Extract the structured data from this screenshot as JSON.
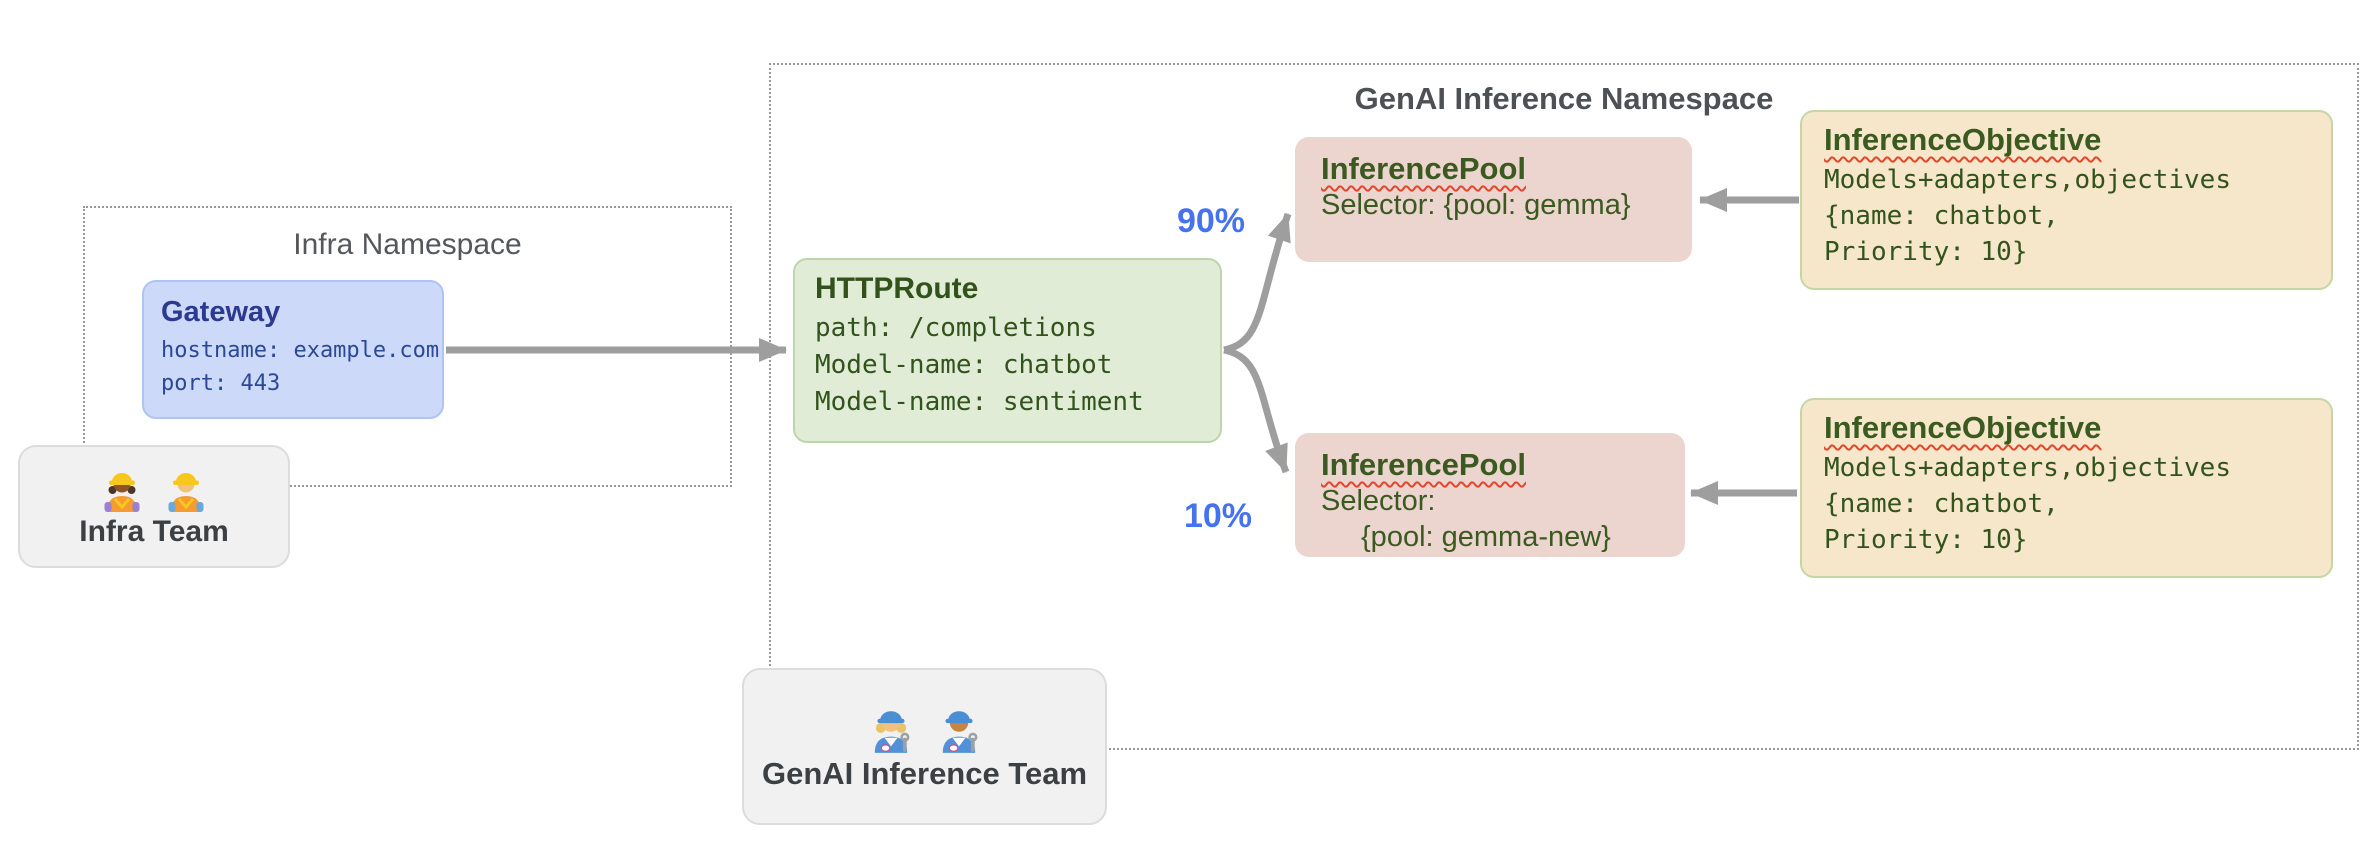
{
  "colors": {
    "gateway_fill": "#cdd9f8",
    "gateway_text": "#2b4897",
    "httproute_fill": "#e1ecd7",
    "inference_pool_fill": "#ecd4cf",
    "inference_objective_fill": "#f6e7ca",
    "resource_green_text": "#3a5a20",
    "team_chip_fill": "#f1f1f2",
    "namespace_dotted_border": "#96989c",
    "arrow_gray": "#9e9e9e",
    "traffic_percent_blue": "#4573ee",
    "squiggle_underline_red": "#e2462d"
  },
  "infra_namespace": {
    "title": "Infra Namespace"
  },
  "gateway": {
    "title": "Gateway",
    "lines": [
      "hostname: example.com",
      "port: 443"
    ]
  },
  "infra_team": {
    "label": "Infra Team",
    "icons": [
      "woman-construction-worker",
      "man-construction-worker"
    ]
  },
  "genai_namespace": {
    "title": "GenAI Inference Namespace"
  },
  "httproute": {
    "title": "HTTPRoute",
    "lines": [
      "path: /completions",
      "Model-name: chatbot",
      "Model-name: sentiment"
    ]
  },
  "traffic_split": {
    "to_pool_1": "90%",
    "to_pool_2": "10%"
  },
  "inference_pools": [
    {
      "title": "InferencePool",
      "lines": [
        "Selector: {pool: gemma}",
        ""
      ]
    },
    {
      "title": "InferencePool",
      "lines": [
        "Selector:",
        "{pool: gemma-new}"
      ]
    }
  ],
  "inference_objectives": [
    {
      "title": "InferenceObjective",
      "lines": [
        "Models+adapters,objectives",
        "{name: chatbot,",
        "Priority: 10}"
      ]
    },
    {
      "title": "InferenceObjective",
      "lines": [
        "Models+adapters,objectives",
        "{name: chatbot,",
        "Priority: 10}"
      ]
    }
  ],
  "genai_team": {
    "label": "GenAI Inference Team",
    "icons": [
      "woman-mechanic",
      "man-mechanic"
    ]
  }
}
